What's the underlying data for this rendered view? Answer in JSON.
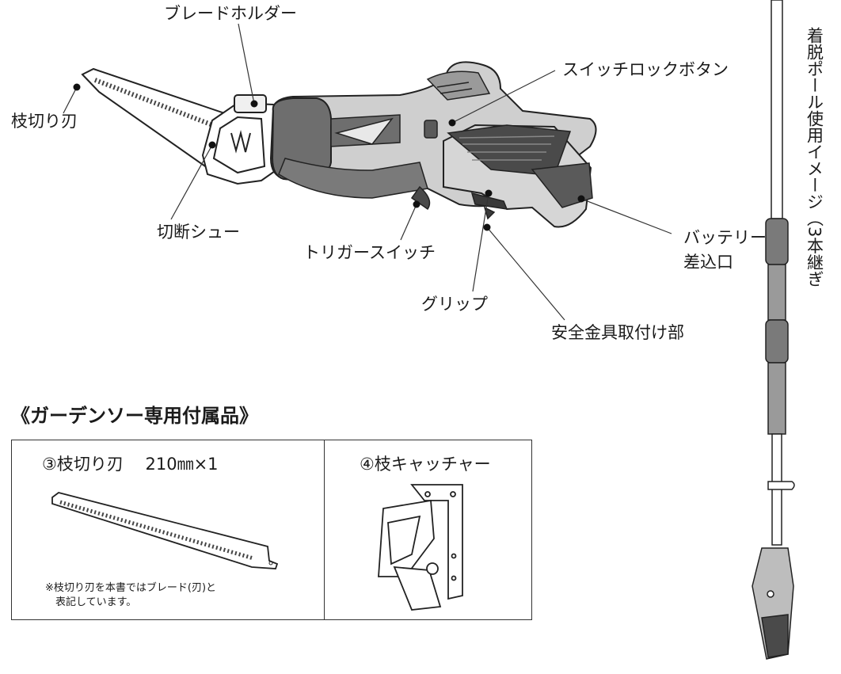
{
  "labels": {
    "blade_holder": "ブレードホルダー",
    "switch_lock": "スイッチロックボタン",
    "branch_blade": "枝切り刃",
    "cutting_shoe": "切断シュー",
    "trigger_switch": "トリガースイッチ",
    "battery_port_line1": "バッテリー",
    "battery_port_line2": "差込口",
    "grip": "グリップ",
    "safety_fitting": "安全金具取付け部"
  },
  "accessories": {
    "title": "《ガーデンソー専用付属品》",
    "blade_name": "③枝切り刃　 210㎜×1",
    "blade_note_line1": "※枝切り刃を本書ではブレード(刃)と",
    "blade_note_line2": "　表記しています。",
    "catcher_name": "④枝キャッチャー"
  },
  "pole_label": "着脱ポール使用イメージ（3本継ぎ"
}
